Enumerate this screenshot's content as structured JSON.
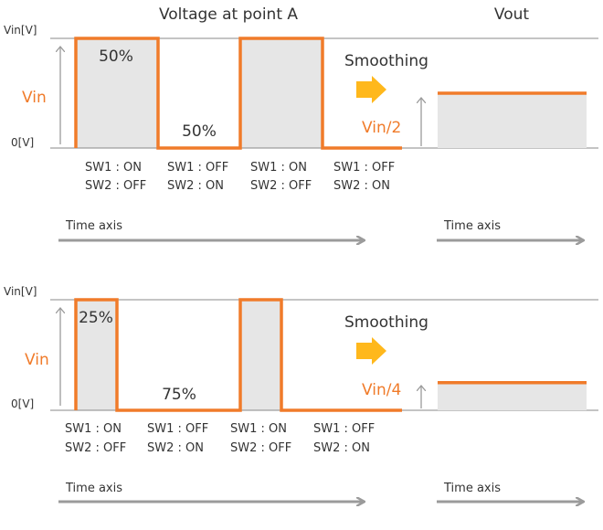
{
  "colors": {
    "waveform": "#F07B2A",
    "fill": "#E6E6E6",
    "grid": "#888888",
    "arrow": "#FFB81C",
    "axis_arrow": "#9B9B9B",
    "text": "#333333"
  },
  "titles": {
    "left": "Voltage at point A",
    "right": "Vout"
  },
  "panels": [
    {
      "vin_top_label": "Vin[V]",
      "zero_label": "0[V]",
      "vin_label": "Vin",
      "high_pct": "50%",
      "low_pct": "50%",
      "smoothing_label": "Smoothing",
      "vout_label": "Vin/2",
      "vout_level": 0.5,
      "duty": 0.5,
      "states": [
        {
          "sw1": "SW1 : ON",
          "sw2": "SW2 : OFF"
        },
        {
          "sw1": "SW1 : OFF",
          "sw2": "SW2 : ON"
        },
        {
          "sw1": "SW1 : ON",
          "sw2": "SW2 : OFF"
        },
        {
          "sw1": "SW1 : OFF",
          "sw2": "SW2 : ON"
        }
      ],
      "time_axis_left": "Time axis",
      "time_axis_right": "Time axis"
    },
    {
      "vin_top_label": "Vin[V]",
      "zero_label": "0[V]",
      "vin_label": "Vin",
      "high_pct": "25%",
      "low_pct": "75%",
      "smoothing_label": "Smoothing",
      "vout_label": "Vin/4",
      "vout_level": 0.25,
      "duty": 0.25,
      "states": [
        {
          "sw1": "SW1 : ON",
          "sw2": "SW2 : OFF"
        },
        {
          "sw1": "SW1 : OFF",
          "sw2": "SW2 : ON"
        },
        {
          "sw1": "SW1 : ON",
          "sw2": "SW2 : OFF"
        },
        {
          "sw1": "SW1 : OFF",
          "sw2": "SW2 : ON"
        }
      ],
      "time_axis_left": "Time axis",
      "time_axis_right": "Time axis"
    }
  ]
}
